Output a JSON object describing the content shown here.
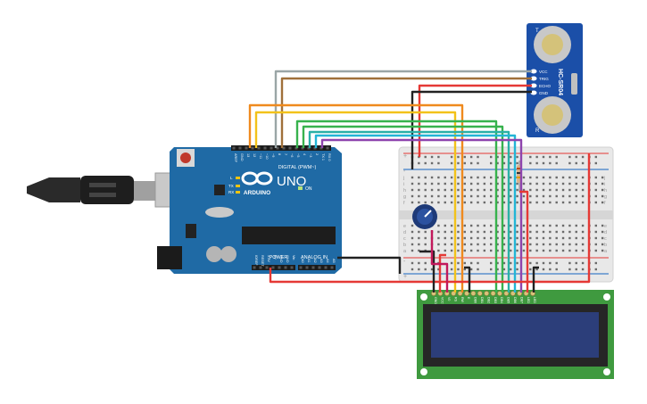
{
  "arduino": {
    "brand": "ARDUINO",
    "model": "UNO",
    "digital_label": "DIGITAL (PWM~)",
    "power_label": "POWER",
    "analog_label": "ANALOG IN",
    "on_label": "ON",
    "l_label": "L",
    "tx_label": "TX",
    "rx_label": "RX",
    "digital_pins": [
      "AREF",
      "GND",
      "13",
      "12",
      "~11",
      "~10",
      "~9",
      "8",
      "7",
      "~6",
      "~5",
      "4",
      "~3",
      "2",
      "TX 1",
      "RX 0"
    ],
    "power_pins": [
      "IOREF",
      "RESET",
      "3.3V",
      "5V",
      "GND",
      "GND",
      "Vin"
    ],
    "analog_pins": [
      "A0",
      "A1",
      "A2",
      "A3",
      "A4",
      "A5"
    ]
  },
  "sensor": {
    "model": "HC-SR04",
    "pins": [
      "VCC",
      "TRIG",
      "ECHO",
      "GND"
    ],
    "t_label": "T",
    "r_label": "R"
  },
  "breadboard": {
    "row_letters_top": [
      "j",
      "i",
      "h",
      "g",
      "f"
    ],
    "row_letters_bottom": [
      "e",
      "d",
      "c",
      "b",
      "a"
    ],
    "plus": "+",
    "minus": "-"
  },
  "lcd": {
    "pins": [
      "GND",
      "VCC",
      "V0",
      "RS",
      "RW",
      "E",
      "DB0",
      "DB1",
      "DB2",
      "DB3",
      "DB4",
      "DB5",
      "DB6",
      "DB7",
      "LED",
      "LED"
    ]
  },
  "colors": {
    "arduino_board": "#1f6aa5",
    "breadboard": "#e8e8e8",
    "lcd_pcb": "#3f9a3f",
    "lcd_screen": "#2c3e7a",
    "sensor_pcb": "#1b4fa8",
    "wire_red": "#e53935",
    "wire_black": "#222222",
    "wire_gray": "#9aa5a6",
    "wire_brown": "#a0703a",
    "wire_orange": "#ef8a1e",
    "wire_yellow": "#f2c21a",
    "wire_green": "#37b24d",
    "wire_teal": "#2ab0a6",
    "wire_cyan": "#23b5d6",
    "wire_purple": "#8e44ad",
    "wire_magenta": "#c2185b"
  }
}
